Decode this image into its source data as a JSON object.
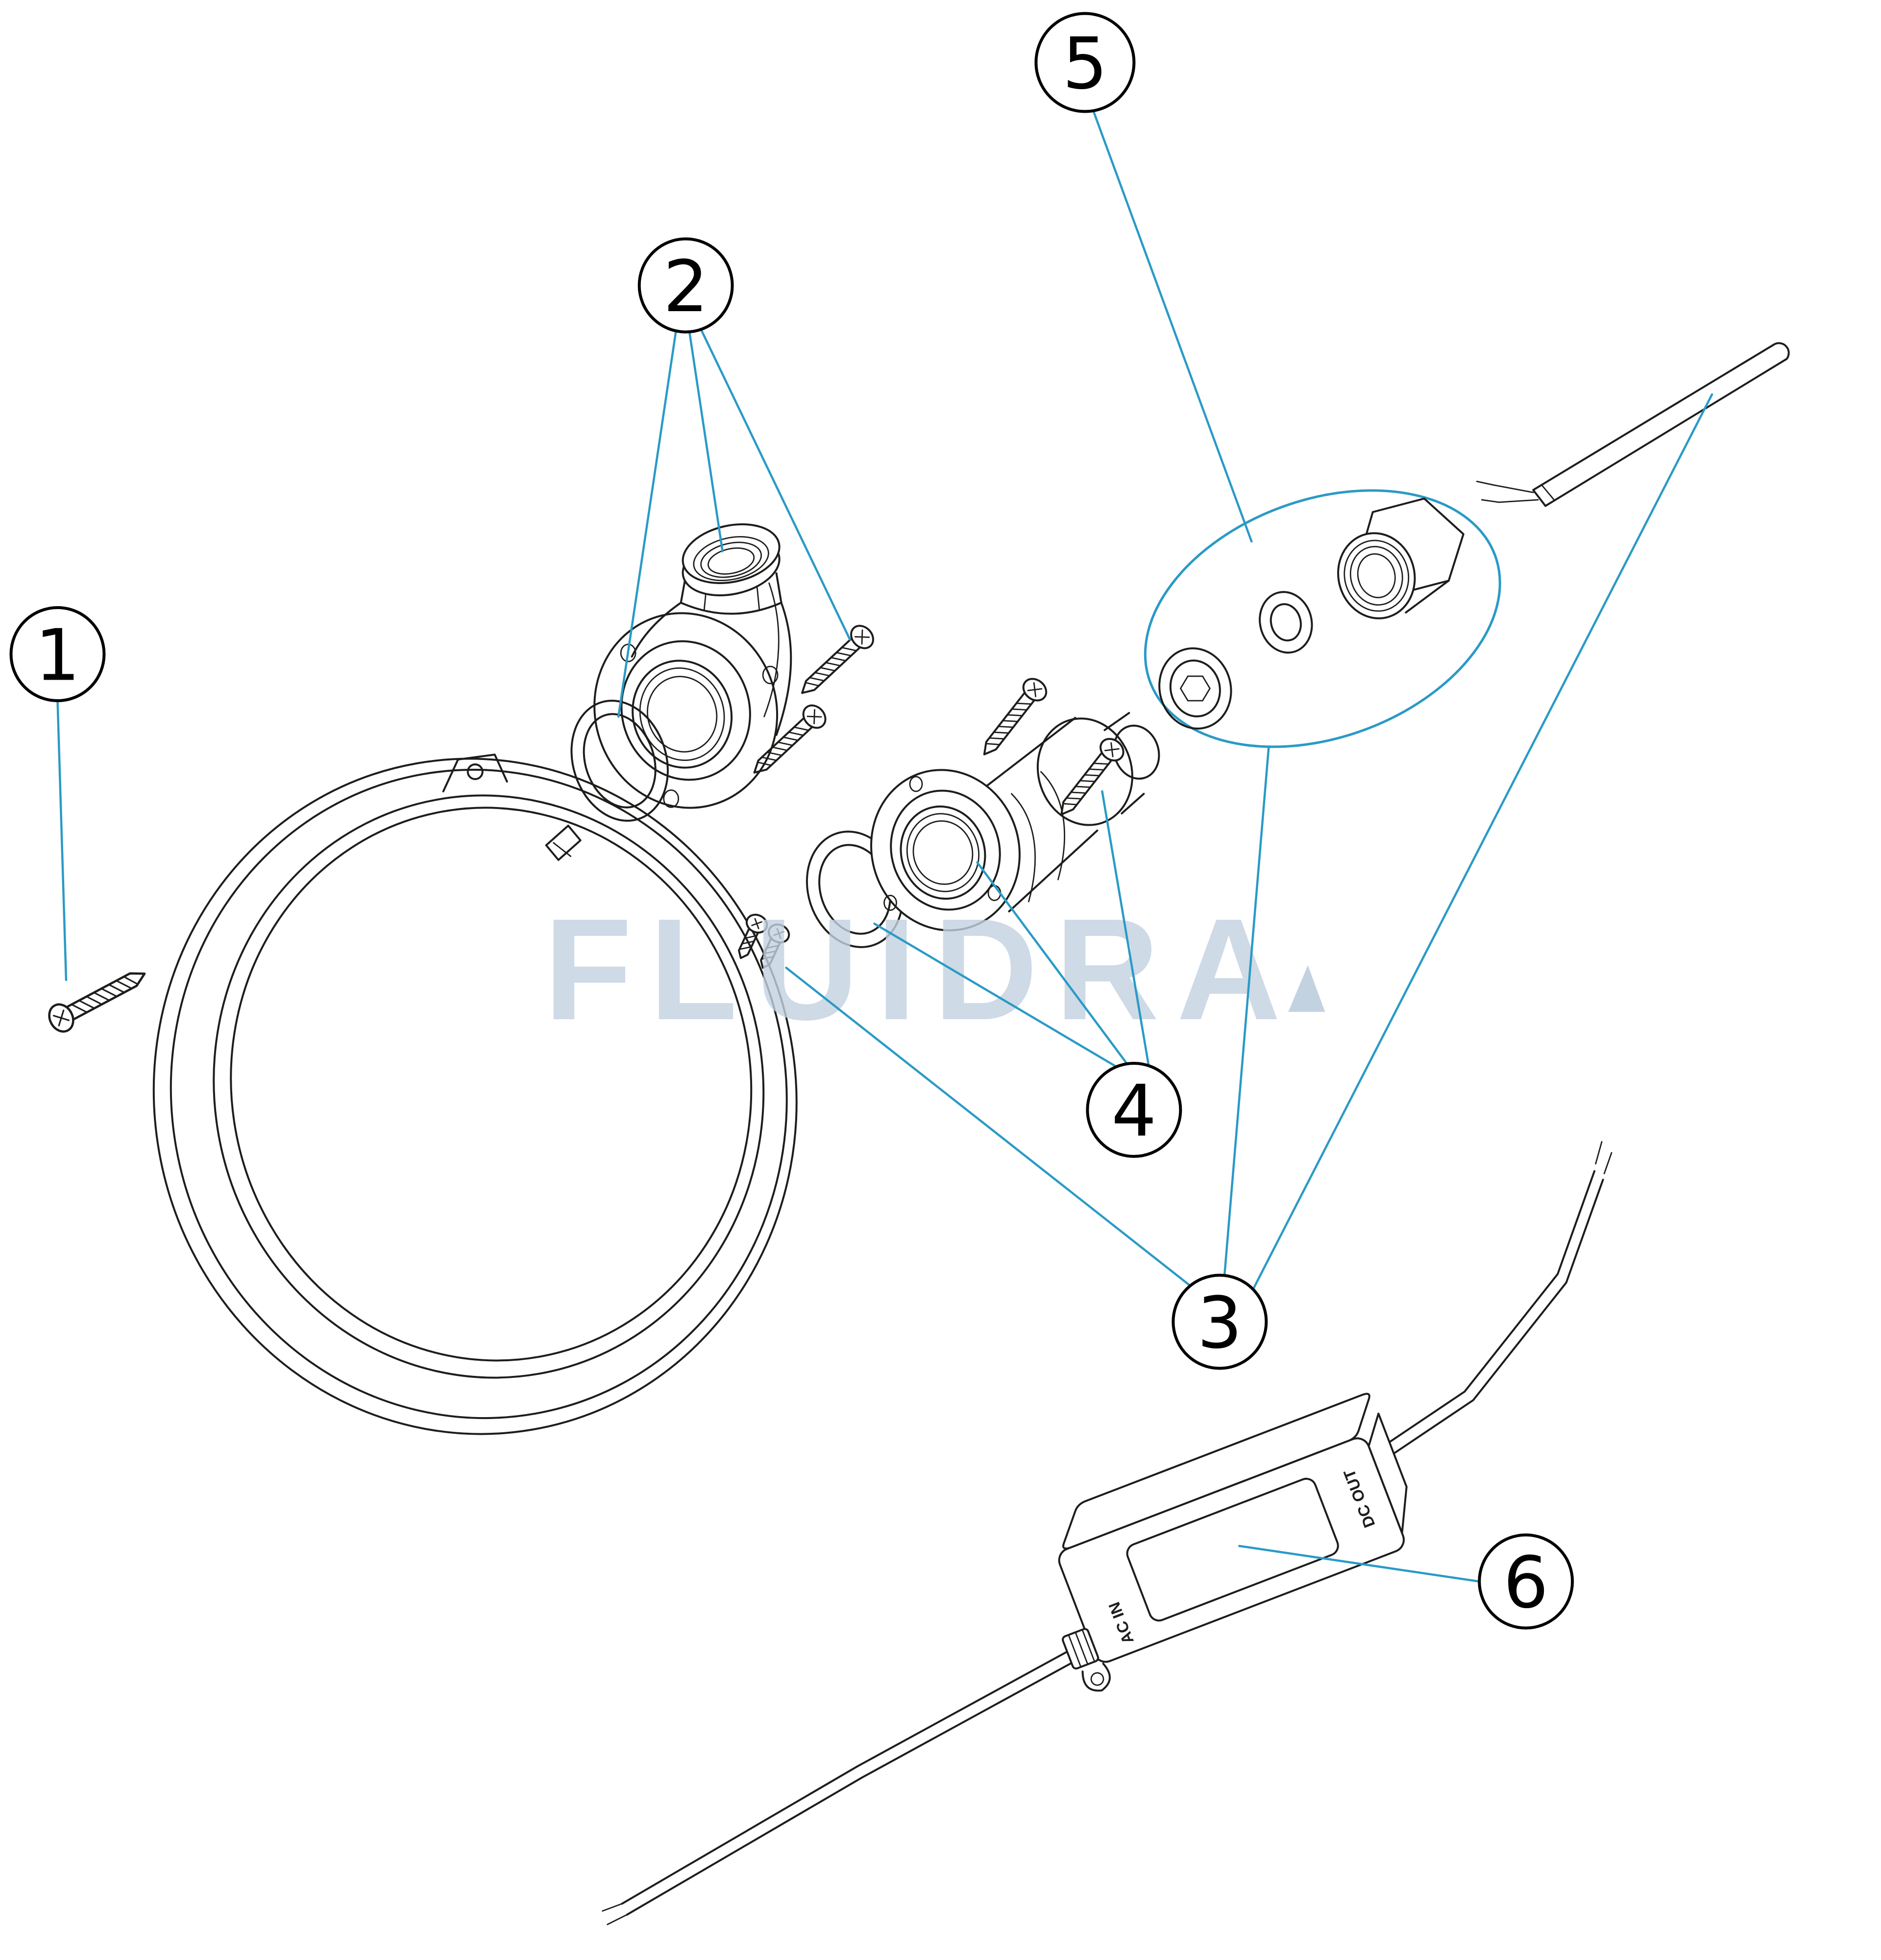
{
  "diagram": {
    "background": "#ffffff",
    "line_color": "#1d1d1b",
    "accent_color": "#2a9ac6",
    "watermark": {
      "text": "FLUIDRA",
      "color": "#c3d2e0"
    },
    "callouts": [
      {
        "label": "1"
      },
      {
        "label": "2"
      },
      {
        "label": "3"
      },
      {
        "label": "4"
      },
      {
        "label": "5"
      },
      {
        "label": "6"
      }
    ],
    "power_supply": {
      "label_ac_in": "AC IN",
      "label_dc_out": "DC OUT"
    }
  }
}
